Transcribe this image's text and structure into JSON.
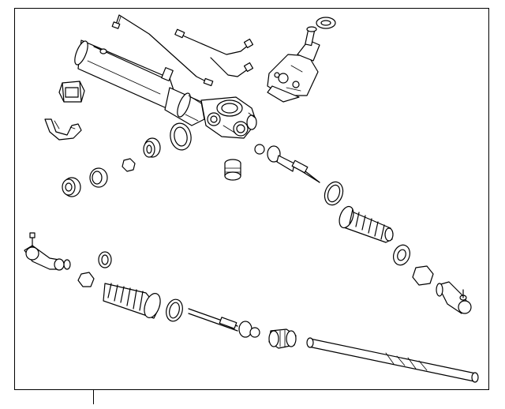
{
  "diagram": {
    "parts": [
      {
        "id": "rack-housing-assembly",
        "icon": "steering-rack-housing-icon"
      },
      {
        "id": "pressure-line-upper",
        "icon": "fluid-line-icon"
      },
      {
        "id": "pressure-line-middle",
        "icon": "fluid-line-icon"
      },
      {
        "id": "pressure-line-lower",
        "icon": "fluid-line-icon"
      },
      {
        "id": "control-valve-housing",
        "icon": "valve-housing-icon"
      },
      {
        "id": "valve-seal-washer",
        "icon": "washer-icon"
      },
      {
        "id": "mount-bushing-left",
        "icon": "bushing-icon"
      },
      {
        "id": "mount-bracket-left",
        "icon": "bracket-icon"
      },
      {
        "id": "housing-seal-large",
        "icon": "seal-ring-icon"
      },
      {
        "id": "housing-bushing-small",
        "icon": "bushing-icon"
      },
      {
        "id": "housing-nut",
        "icon": "hex-nut-icon"
      },
      {
        "id": "grommet-left",
        "icon": "grommet-icon"
      },
      {
        "id": "seal-ring-left",
        "icon": "seal-ring-icon"
      },
      {
        "id": "adjuster-plug",
        "icon": "grommet-icon"
      },
      {
        "id": "inner-tie-rod-right",
        "icon": "tie-rod-icon"
      },
      {
        "id": "boot-clamp-right",
        "icon": "clamp-ring-icon"
      },
      {
        "id": "bellows-boot-right",
        "icon": "bellows-boot-icon"
      },
      {
        "id": "boot-clamp-small-right",
        "icon": "clamp-ring-icon"
      },
      {
        "id": "jam-nut-right",
        "icon": "hex-nut-icon"
      },
      {
        "id": "outer-tie-rod-end-right",
        "icon": "tie-rod-end-icon"
      },
      {
        "id": "outer-tie-rod-end-left",
        "icon": "tie-rod-end-icon"
      },
      {
        "id": "jam-nut-left",
        "icon": "hex-nut-icon"
      },
      {
        "id": "boot-clamp-small-left",
        "icon": "clamp-ring-icon"
      },
      {
        "id": "bellows-boot-left",
        "icon": "bellows-boot-icon"
      },
      {
        "id": "boot-clamp-left",
        "icon": "clamp-ring-icon"
      },
      {
        "id": "inner-tie-rod-left",
        "icon": "tie-rod-icon"
      },
      {
        "id": "rack-bushing",
        "icon": "bushing-icon"
      },
      {
        "id": "steering-rack-shaft",
        "icon": "rack-shaft-icon"
      }
    ]
  }
}
